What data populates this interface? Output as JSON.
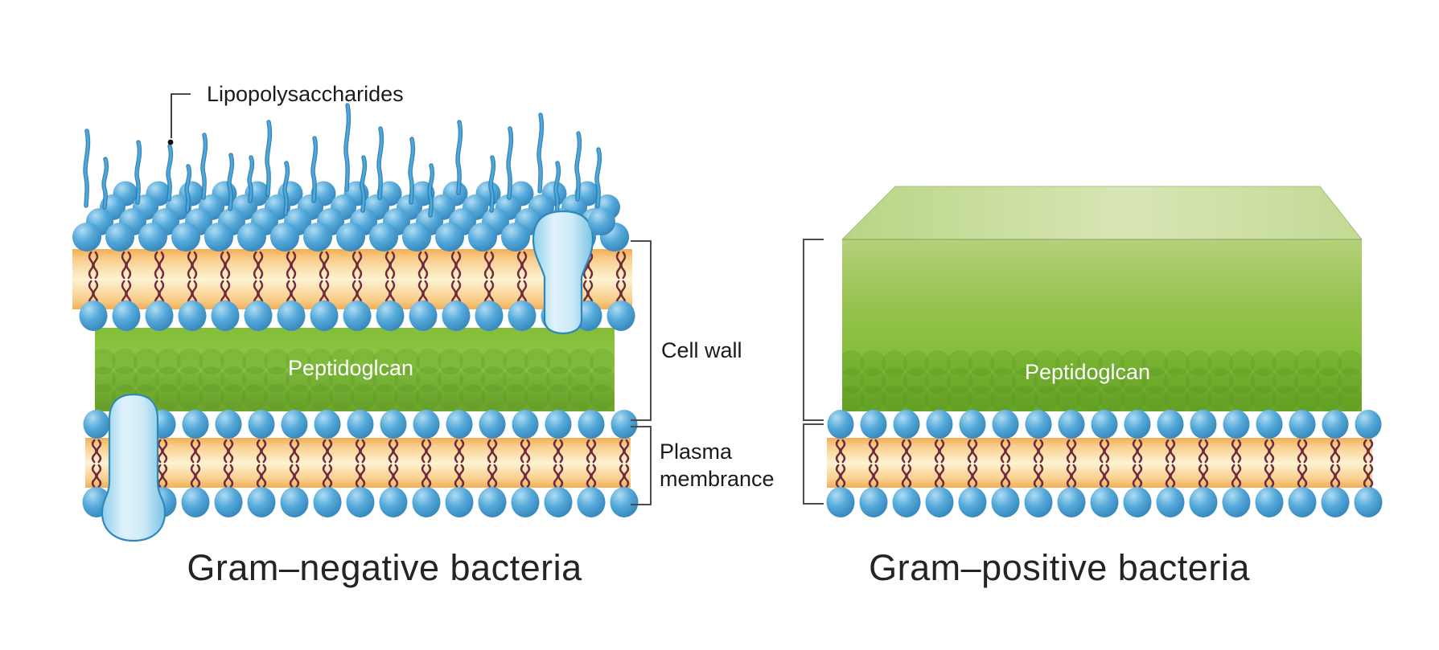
{
  "left_diagram": {
    "caption": "Gram–negative bacteria",
    "lipopolysaccharides_label": "Lipopolysaccharides",
    "peptidoglycan_label": "Peptidoglcan"
  },
  "right_diagram": {
    "caption": "Gram–positive bacteria",
    "peptidoglycan_label": "Peptidoglcan"
  },
  "shared_labels": {
    "cell_wall": "Cell wall",
    "plasma_membrane_line1": "Plasma",
    "plasma_membrane_line2": "membrance"
  },
  "colors": {
    "background": "#ffffff",
    "lipid_head_highlight": "#aedcf3",
    "lipid_head_blue": "#55a9da",
    "lipid_head_shadow": "#2e7eb3",
    "fatty_acid_tail": "#6f2b3d",
    "membrane_interior_edge": "#f2ae56",
    "membrane_interior_mid": "#f8cd8a",
    "membrane_interior_center": "#fdf3d2",
    "peptidoglycan_top": "#84bd39",
    "peptidoglycan_mid": "#8ec847",
    "peptidoglycan_bottom": "#6ca32b",
    "peptidoglycan_texture": "#4f8c1d",
    "gram_positive_front_light": "#b5d07b",
    "gram_positive_front_dark": "#68a527",
    "gram_positive_top_face_light": "#d8e6b6",
    "gram_positive_top_face_dark": "#b9d584",
    "protein_channel_fill": "#cdebf7",
    "protein_channel_edge": "#7cc4e4",
    "protein_channel_outline": "#2f88bb",
    "lps_strand": "#49a8dc",
    "lps_strand_outline": "#2a76a8",
    "bracket": "#4d4d4d",
    "leader_line": "#111111",
    "label_text": "#1b1b1b",
    "caption_text": "#242424"
  }
}
